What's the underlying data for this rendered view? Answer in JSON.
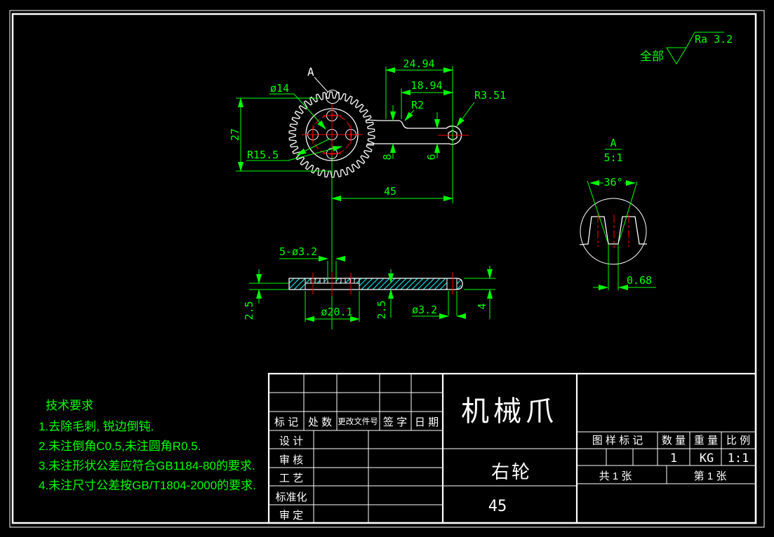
{
  "colors": {
    "annotation": "#00ff00",
    "geometry": "#ffffff",
    "centerline": "#ff0000",
    "hatch": "#00ffff",
    "background": "#000000"
  },
  "surface_note": {
    "scope": "全部",
    "roughness": "Ra 3.2"
  },
  "main_view": {
    "detail_label": "A",
    "dim_root_diameter": "27",
    "dim_bolt_circle": "ø14",
    "dim_tip_radius": "R15.5",
    "dim_overall": "24.94",
    "dim_step": "18.94",
    "dim_fillet": "R2",
    "dim_end_radius": "R3.51",
    "dim_length": "45",
    "dim_arm_width_left": "8",
    "dim_arm_width_right": "6"
  },
  "detail_view": {
    "label": "A",
    "scale": "5:1",
    "dim_angle": "36°",
    "dim_slot": "0.68"
  },
  "section_view": {
    "dim_holes": "5-ø3.2",
    "dim_recess": "ø20.1",
    "dim_thickness_left": "2.5",
    "dim_thickness_mid": "2.5",
    "dim_hole": "ø3.2",
    "dim_thickness_right": "4"
  },
  "tech_req": {
    "title": "技术要求",
    "items": [
      "1.去除毛刺, 锐边倒钝.",
      "2.未注倒角C0.5,未注圆角R0.5.",
      "3.未注形状公差应符合GB1184-80的要求.",
      "4.未注尺寸公差按GB/T1804-2000的要求."
    ]
  },
  "title_block": {
    "revision_header": [
      "标 记",
      "处 数",
      "更改文件号",
      "签 字",
      "日 期"
    ],
    "approval_rows": [
      "设 计",
      "审 核",
      "工 艺",
      "标准化",
      "审 定"
    ],
    "part_name": "机械爪",
    "component_name": "右轮",
    "material": "45",
    "stamp_header": [
      "图 样 标 记",
      "数 量",
      "重 量",
      "比 例"
    ],
    "quantity": "1",
    "weight_unit": "KG",
    "scale": "1:1",
    "sheets_total": "共 1 张",
    "sheet_number": "第 1 张"
  }
}
